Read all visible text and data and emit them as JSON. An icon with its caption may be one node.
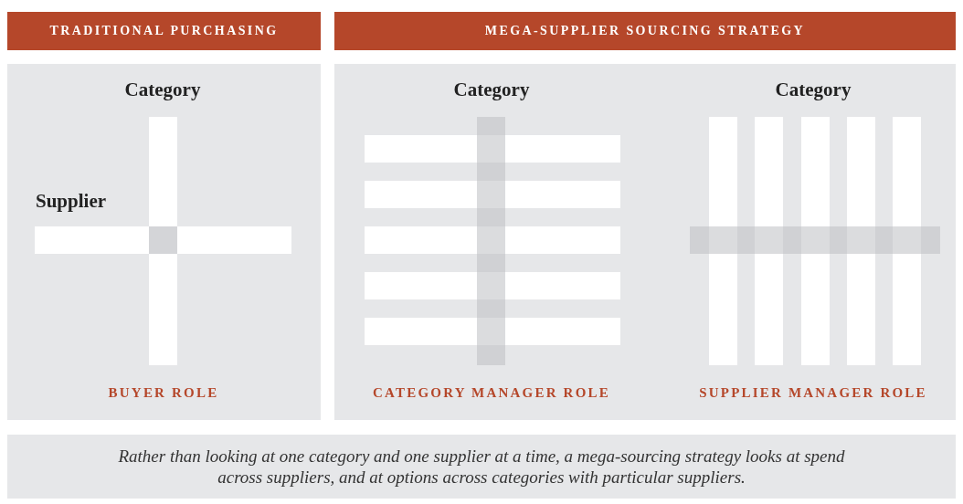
{
  "diagram": {
    "caption": "Rather than looking at one category and one supplier at a time, a mega-sourcing strategy looks at spend across suppliers, and at options across categories with particular suppliers.",
    "nodes": [
      {
        "text": [
          "TRADITIONAL PURCHASING"
        ]
      },
      {
        "text": [
          "MEGA-SUPPLIER SOURCING STRATEGY"
        ]
      },
      {
        "text": [
          "Category",
          "Supplier",
          "BUYER ROLE"
        ]
      },
      {
        "text": [],
        "shape": "box"
      },
      {
        "text": [
          "Category",
          "CATEGORY MANAGER ROLE"
        ],
        "in": 3
      },
      {
        "text": [
          "Category",
          "SUPPLIER MANAGER ROLE"
        ],
        "in": 3
      }
    ],
    "edges": []
  }
}
